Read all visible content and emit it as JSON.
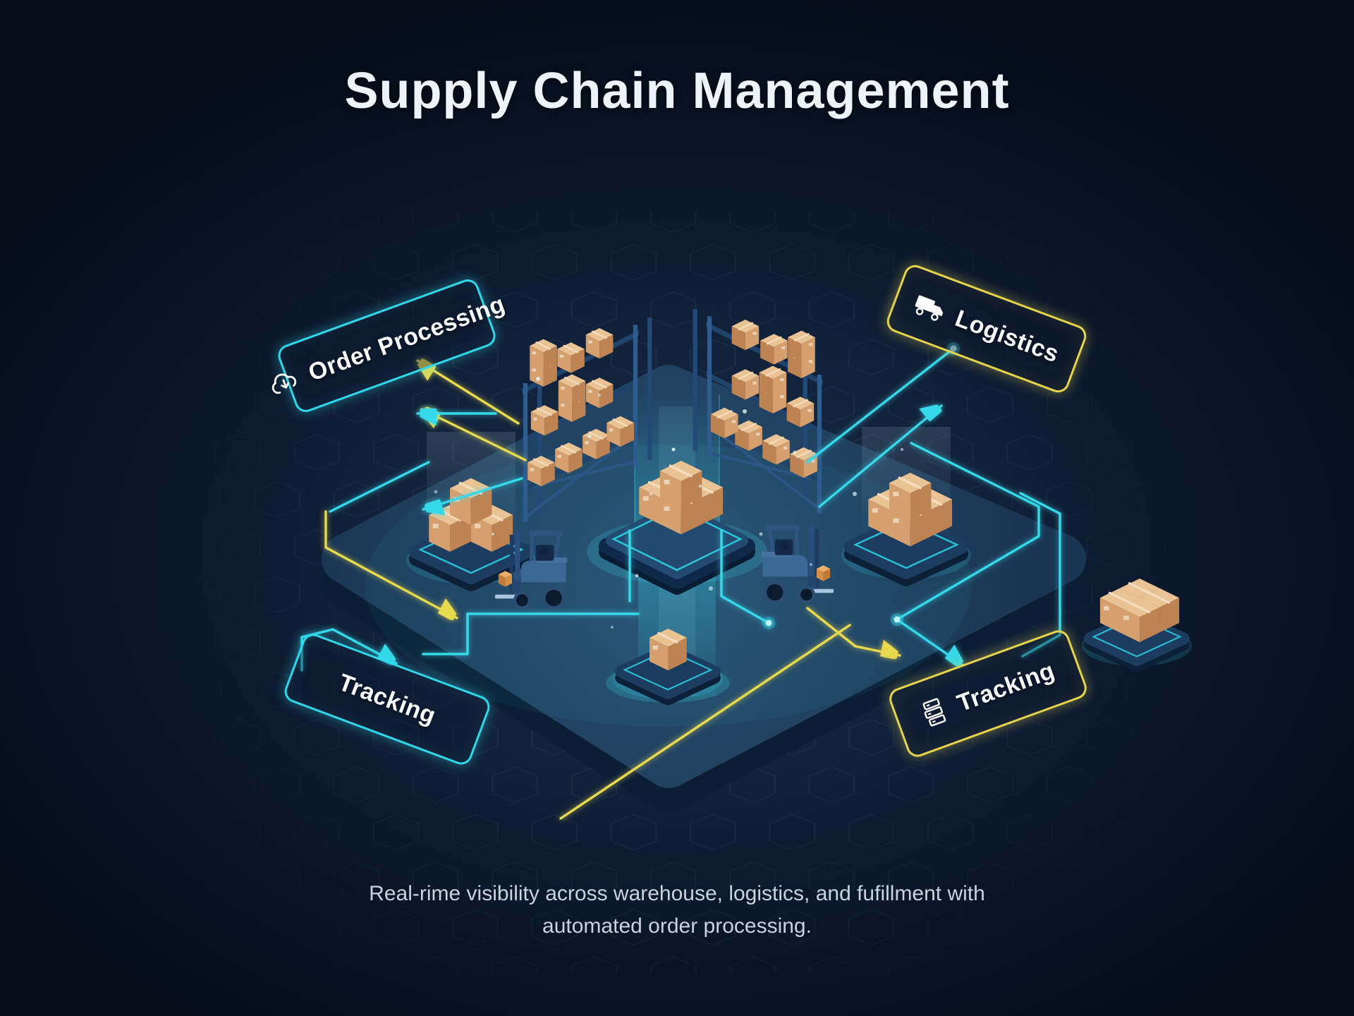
{
  "title": "Supply Chain Management",
  "caption": {
    "line1": "Real-rime visibility across warehouse, logistics, and fufillment with",
    "line2": "automated order processing."
  },
  "nodes": {
    "order_processing": {
      "label": "Order Processing",
      "icon": "cloud-download-icon",
      "accent": "#2fd8ea"
    },
    "logistics": {
      "label": "Logistics",
      "icon": "truck-icon",
      "accent": "#e5d44c"
    },
    "tracking_left": {
      "label": "Tracking",
      "accent": "#2fd8ea"
    },
    "tracking_right": {
      "label": "Tracking",
      "icon": "package-stack-icon",
      "accent": "#e5d44c"
    }
  },
  "colors": {
    "background": "#0a1527",
    "accent_cyan": "#35d9ea",
    "accent_yellow": "#e9d94f",
    "carton_tan": "#e5b288",
    "platform_blue": "#1f4164"
  }
}
